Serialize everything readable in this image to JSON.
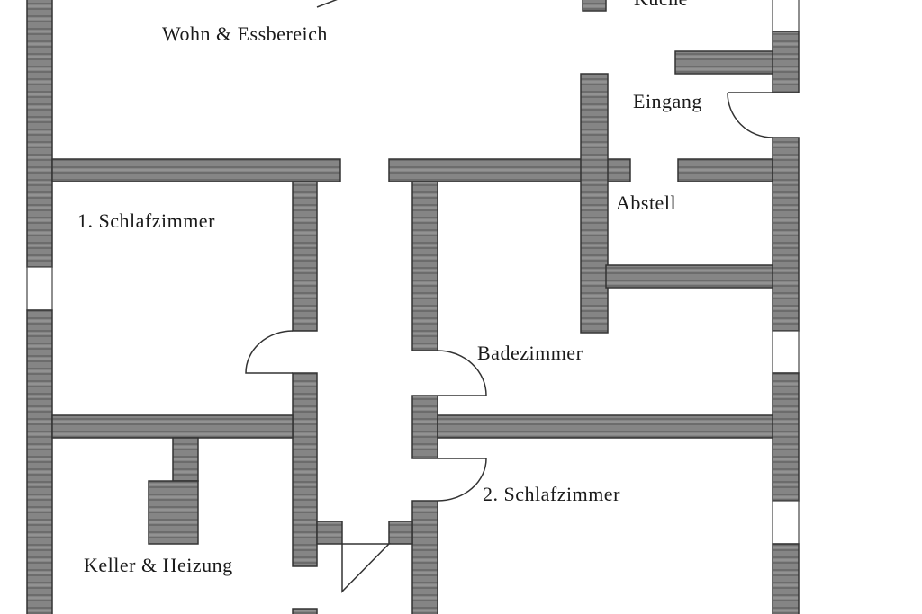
{
  "rooms": {
    "kueche": "Küche",
    "wohn": "Wohn & Essbereich",
    "eingang": "Eingang",
    "abstell": "Abstell",
    "schlaf1": "1. Schlafzimmer",
    "bad": "Badezimmer",
    "schlaf2": "2. Schlafzimmer",
    "keller": "Keller & Heizung"
  },
  "colors": {
    "wall": "#7a7a7a",
    "line": "#333333",
    "paper": "#ffffff"
  }
}
